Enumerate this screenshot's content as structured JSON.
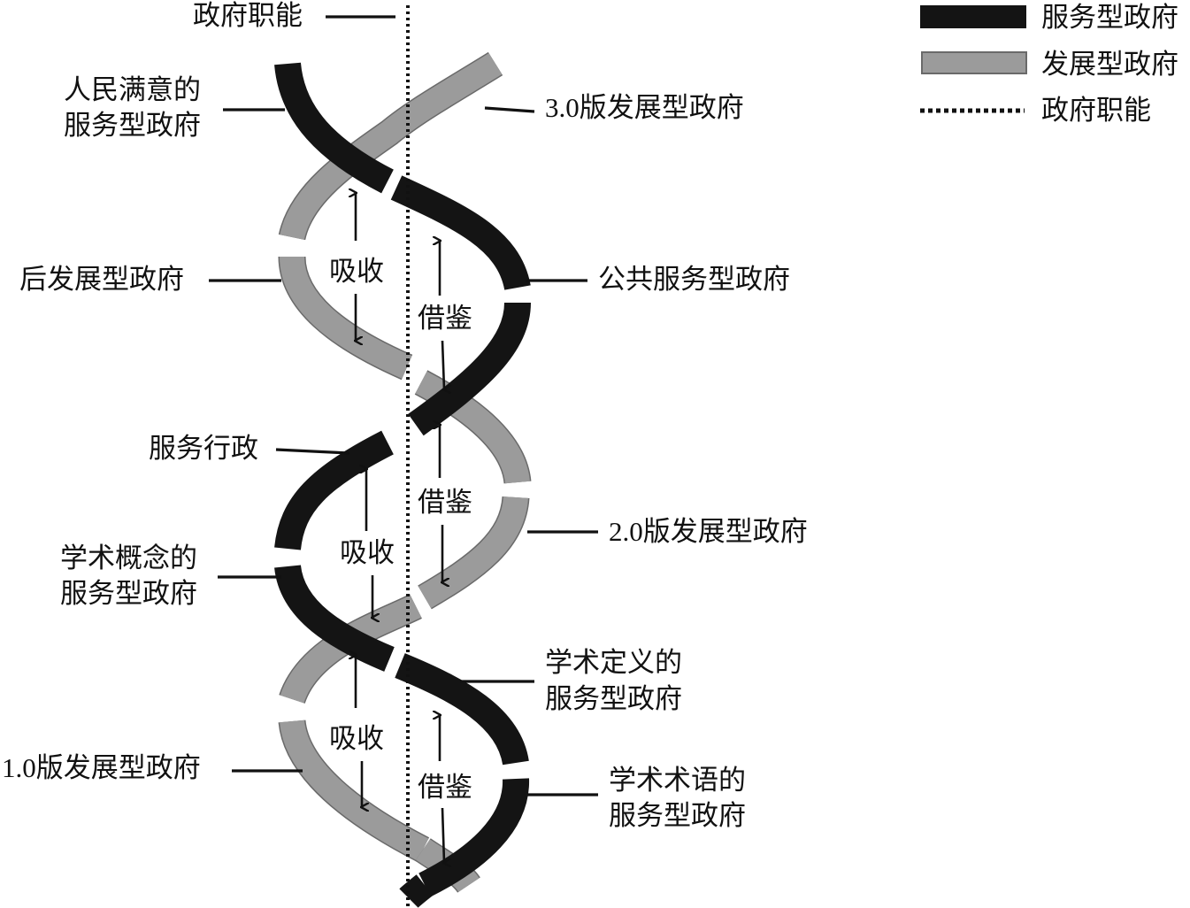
{
  "legend": {
    "items": [
      {
        "label": "服务型政府",
        "color": "#141414",
        "kind": "dark-band"
      },
      {
        "label": "发展型政府",
        "color": "#9b9b9b",
        "kind": "grey-band"
      },
      {
        "label": "政府职能",
        "color": "#111111",
        "kind": "dotted-line"
      }
    ]
  },
  "axis": {
    "label": "政府职能"
  },
  "left_labels": {
    "people_satisfied": [
      "人民满意的",
      "服务型政府"
    ],
    "late_developmental": "后发展型政府",
    "service_admin": "服务行政",
    "academic_concept": [
      "学术概念的",
      "服务型政府"
    ],
    "dev_1_0": "1.0版发展型政府"
  },
  "right_labels": {
    "dev_3_0": "3.0版发展型政府",
    "public_service": "公共服务型政府",
    "dev_2_0": "2.0版发展型政府",
    "academic_definition": [
      "学术定义的",
      "服务型政府"
    ],
    "academic_term": [
      "学术术语的",
      "服务型政府"
    ]
  },
  "flows": {
    "absorb": "吸收",
    "learn": "借鉴"
  }
}
